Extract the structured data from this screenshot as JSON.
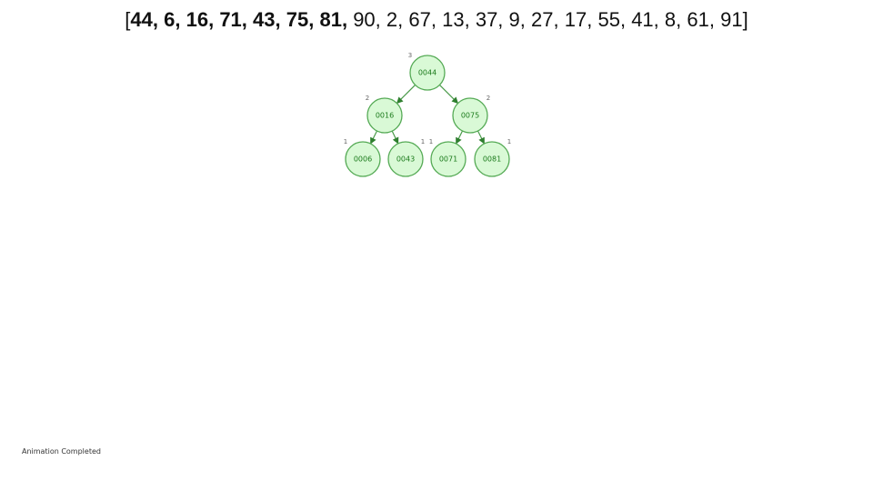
{
  "sequence": {
    "open": "[",
    "close": "]",
    "inserted_count": 7,
    "values": [
      "44",
      "6",
      "16",
      "71",
      "43",
      "75",
      "81",
      "90",
      "2",
      "67",
      "13",
      "37",
      "9",
      "27",
      "17",
      "55",
      "41",
      "8",
      "61",
      "91"
    ]
  },
  "tree": {
    "nodes": [
      {
        "id": "n44",
        "label": "0044",
        "height": "3"
      },
      {
        "id": "n16",
        "label": "0016",
        "height": "2"
      },
      {
        "id": "n75",
        "label": "0075",
        "height": "2"
      },
      {
        "id": "n06",
        "label": "0006",
        "height": "1"
      },
      {
        "id": "n43",
        "label": "0043",
        "height": "1"
      },
      {
        "id": "n71",
        "label": "0071",
        "height": "1"
      },
      {
        "id": "n81",
        "label": "0081",
        "height": "1"
      }
    ],
    "edges": [
      {
        "from": "n44",
        "to": "n16"
      },
      {
        "from": "n44",
        "to": "n75"
      },
      {
        "from": "n16",
        "to": "n06"
      },
      {
        "from": "n16",
        "to": "n43"
      },
      {
        "from": "n75",
        "to": "n71"
      },
      {
        "from": "n75",
        "to": "n81"
      }
    ],
    "colors": {
      "fill": "#d9f9d6",
      "stroke": "#55aa55",
      "edge": "#4a9a4a",
      "text": "#1b7a1b"
    }
  },
  "status": {
    "text": "Animation Completed"
  }
}
